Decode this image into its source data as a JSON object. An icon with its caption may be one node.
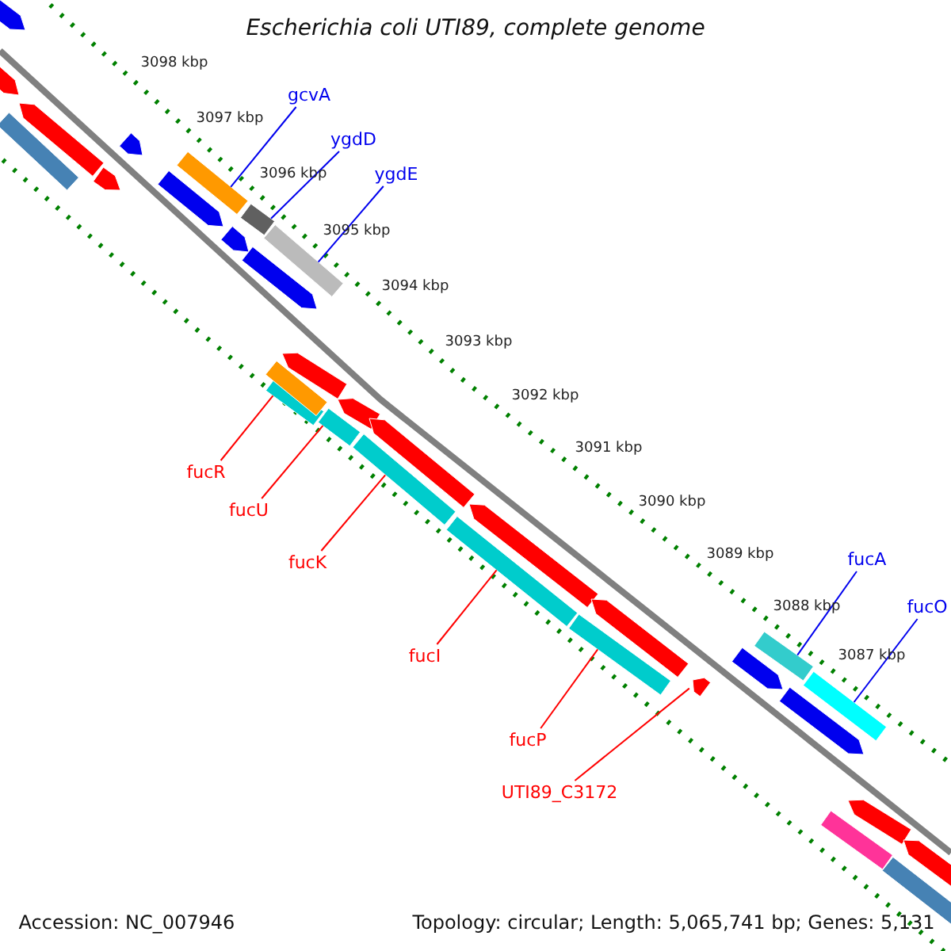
{
  "diagram": {
    "title": "Escherichia coli UTI89, complete genome",
    "nodes": [
      {
        "text": [
          "gcvA"
        ]
      },
      {
        "text": [
          "ygdD"
        ]
      },
      {
        "text": [
          "ygdE"
        ]
      },
      {
        "text": [
          "fucR"
        ]
      },
      {
        "text": [
          "fucU"
        ]
      },
      {
        "text": [
          "fucK"
        ]
      },
      {
        "text": [
          "fucI"
        ]
      },
      {
        "text": [
          "fucP"
        ]
      },
      {
        "text": [
          "UTI89_C3172"
        ]
      },
      {
        "text": [
          "fucA"
        ]
      },
      {
        "text": [
          "fucO"
        ]
      },
      {
        "text": [],
        "shape": "bar"
      },
      {
        "text": [],
        "shape": "bar"
      },
      {
        "text": [],
        "shape": "bar"
      },
      {
        "text": [],
        "shape": "bar"
      },
      {
        "text": [],
        "shape": "bar"
      },
      {
        "text": [],
        "shape": "bar"
      },
      {
        "text": [],
        "shape": "bar"
      },
      {
        "text": [],
        "shape": "bar"
      },
      {
        "text": [],
        "shape": "bar"
      },
      {
        "text": [],
        "shape": "bar"
      },
      {
        "text": [],
        "shape": "bar"
      },
      {
        "text": [],
        "shape": "bar"
      },
      {
        "text": [],
        "shape": "bar"
      },
      {
        "text": [],
        "shape": "bar"
      },
      {
        "text": [],
        "shape": "bar"
      },
      {
        "text": [],
        "shape": "bar"
      },
      {
        "text": [],
        "shape": "bar"
      },
      {
        "text": [],
        "shape": "bar"
      },
      {
        "text": [],
        "shape": "bar"
      },
      {
        "text": [],
        "shape": "bar"
      },
      {
        "text": [],
        "shape": "bar"
      },
      {
        "text": [],
        "shape": "bar"
      },
      {
        "text": [],
        "shape": "bar"
      },
      {
        "text": [],
        "shape": "bar"
      },
      {
        "text": [],
        "shape": "bar"
      },
      {
        "text": [],
        "shape": "bar"
      },
      {
        "text": [],
        "shape": "bar"
      },
      {
        "text": [],
        "shape": "bar"
      },
      {
        "text": [],
        "shape": "bar"
      },
      {
        "text": [],
        "shape": "bar"
      },
      {
        "text": [],
        "shape": "bar"
      },
      {
        "text": [],
        "shape": "bar"
      }
    ],
    "edges": [
      {
        "from": 0,
        "to": 11,
        "arrow": "none",
        "color": "#0000ee"
      },
      {
        "from": 1,
        "to": 12,
        "arrow": "none",
        "color": "#0000ee"
      },
      {
        "from": 2,
        "to": 13,
        "arrow": "none",
        "color": "#0000ee"
      },
      {
        "from": 3,
        "to": 14,
        "arrow": "none"
      },
      {
        "from": 4,
        "to": 15,
        "arrow": "none"
      },
      {
        "from": 5,
        "to": 16,
        "arrow": "none"
      },
      {
        "from": 6,
        "to": 17,
        "arrow": "none"
      },
      {
        "from": 7,
        "to": 18,
        "arrow": "none"
      },
      {
        "from": 8,
        "to": 19,
        "arrow": "none"
      },
      {
        "from": 9,
        "to": 20,
        "arrow": "none",
        "color": "#0000ee"
      },
      {
        "from": 10,
        "to": 21,
        "arrow": "none",
        "color": "#0000ee"
      }
    ],
    "labels": [
      "3098 kbp",
      "3097 kbp",
      "3096 kbp",
      "3095 kbp",
      "3094 kbp",
      "3093 kbp",
      "3092 kbp",
      "3091 kbp",
      "3090 kbp",
      "3089 kbp",
      "3088 kbp",
      "3087 kbp",
      "Accession: NC_007946",
      "Topology: circular; Length: 5,065,741 bp; Genes: 5,131"
    ]
  }
}
